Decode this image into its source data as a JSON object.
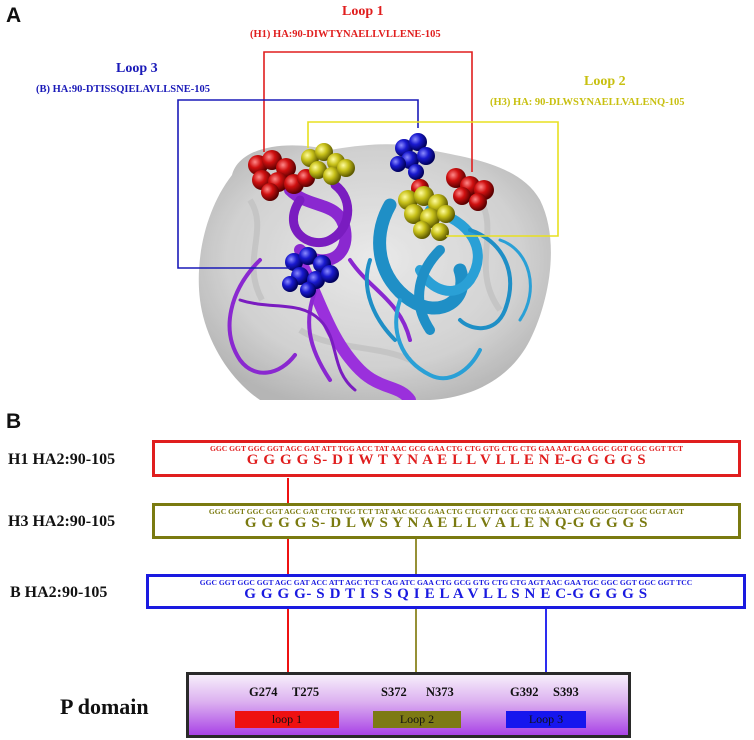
{
  "panel_a": {
    "letter": "A",
    "loop1": {
      "title": "Loop 1",
      "sequence": "(H1) HA:90-DIWTYNAELLVLLENE-105",
      "color": "#e01e1e"
    },
    "loop2": {
      "title": "Loop 2",
      "sequence": "(H3) HA: 90-DLWSYNAELLVALENQ-105",
      "color": "#c8c010"
    },
    "loop3": {
      "title": "Loop 3",
      "sequence": "(B) HA:90-DTISSQIELAVLLSNE-105",
      "color": "#1a1ab8"
    }
  },
  "panel_b": {
    "letter": "B",
    "rows": [
      {
        "label": "H1 HA2:90-105",
        "codons": "GGC GGT GGC GGT AGC GAT ATT TGG ACC TAT AAC GCG GAA CTG CTG GTG CTG CTG GAA AAT GAA GGC GGT GGC GGT TCT",
        "residues": "G G G G S- D I W T Y N A E L L V L L E N E-G G G G S",
        "color": "#e01e1e"
      },
      {
        "label": "H3 HA2:90-105",
        "codons": "GGC GGT GGC GGT AGC GAT CTG TGG TCT TAT AAC GCG GAA CTG CTG GTT GCG CTG GAA AAT CAG GGC GGT GGC GGT AGT",
        "residues": "G G G G S- D L W S Y N A E L L V A L E N Q-G G G G S",
        "color": "#7a7a10"
      },
      {
        "label": "B HA2:90-105",
        "codons": "GGC GGT GGC GGT AGC GAT ACC ATT AGC TCT CAG ATC GAA CTG GCG GTG CTG CTG AGT AAC GAA TGC GGC GGT GGC GGT TCC",
        "residues": "G G G G- S D T I S S Q I E L A V L L S N E C-G G G G S",
        "color": "#1a1ae0"
      }
    ],
    "pdomain": {
      "label": "P domain",
      "residues": [
        "G274",
        "T275",
        "S372",
        "N373",
        "G392",
        "S393"
      ],
      "loops": [
        {
          "label": "loop 1",
          "color": "#ee1111"
        },
        {
          "label": "Loop 2",
          "color": "#7d7a14"
        },
        {
          "label": "Loop 3",
          "color": "#1616ee"
        }
      ]
    }
  }
}
